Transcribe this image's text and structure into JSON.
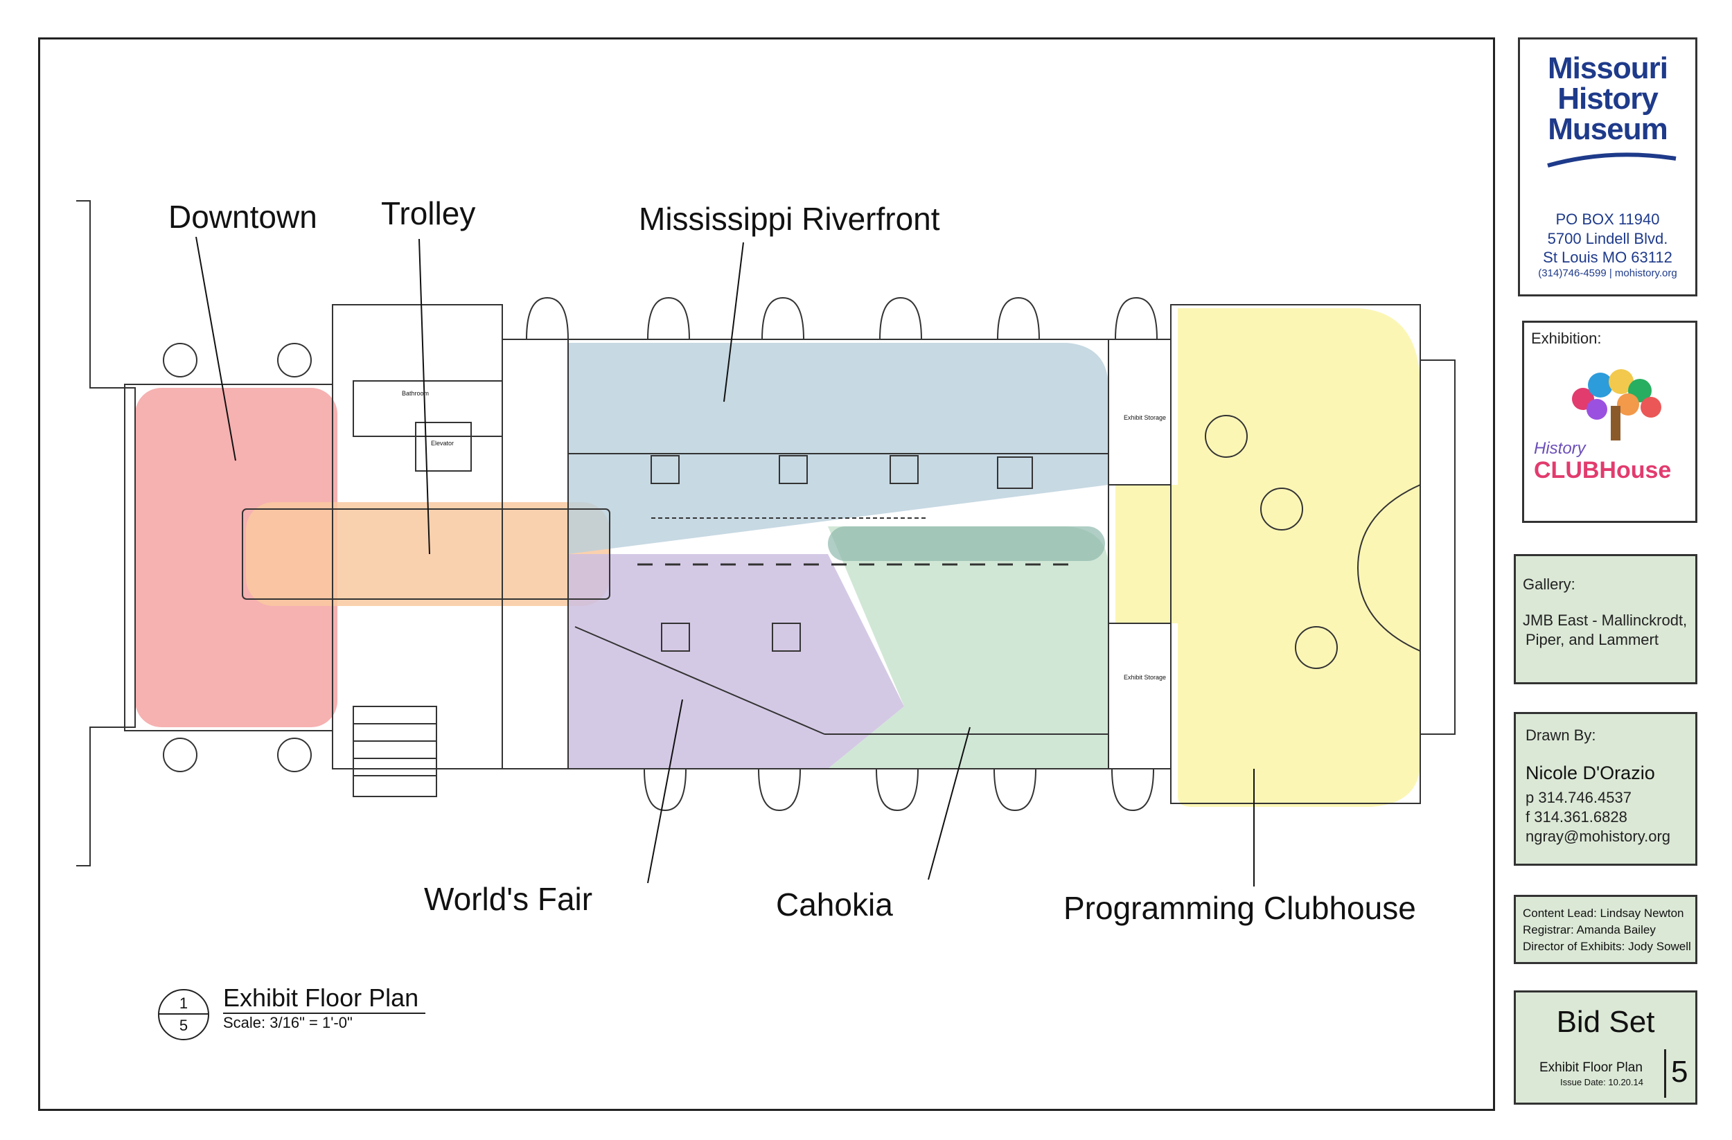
{
  "zones": {
    "downtown": "Downtown",
    "trolley": "Trolley",
    "riverfront": "Mississippi Riverfront",
    "worlds_fair": "World's Fair",
    "cahokia": "Cahokia",
    "clubhouse": "Programming Clubhouse"
  },
  "room_labels": {
    "bathroom": "Bathroom",
    "elevator": "Elevator",
    "storage_top": "Exhibit Storage",
    "storage_bottom": "Exhibit Storage"
  },
  "drawing_ref": {
    "number": "1",
    "sheet": "5",
    "title": "Exhibit Floor Plan",
    "scale": "Scale: 3/16\" = 1'-0\""
  },
  "museum": {
    "name_line1": "Missouri",
    "name_line2": "History",
    "name_line3": "Museum",
    "address1": "PO BOX 11940",
    "address2": "5700 Lindell Blvd.",
    "address3": "St Louis MO 63112",
    "contact": "(314)746-4599 | mohistory.org"
  },
  "exhibition": {
    "label": "Exhibition:",
    "logo_text_top": "History",
    "logo_text_bottom": "CLUBHouse"
  },
  "gallery": {
    "label": "Gallery:",
    "line1": "JMB East - Mallinckrodt,",
    "line2": "Piper, and Lammert"
  },
  "drawn_by": {
    "label": "Drawn By:",
    "name": "Nicole D'Orazio",
    "phone": "p  314.746.4537",
    "fax": "f   314.361.6828",
    "email": "ngray@mohistory.org"
  },
  "credits": {
    "line1": "Content Lead: Lindsay Newton",
    "line2": "Registrar: Amanda Bailey",
    "line3": "Director of Exhibits: Jody Sowell"
  },
  "title_block": {
    "set": "Bid Set",
    "sheet_title": "Exhibit Floor Plan",
    "issue_date": "Issue Date: 10.20.14",
    "sheet_number": "5"
  },
  "colors": {
    "downtown": "#f4a3a3",
    "trolley": "#f9c9a0",
    "riverfront": "#b9cfdc",
    "worlds_fair": "#cdbfe0",
    "cahokia": "#c9e3cf",
    "clubhouse": "#fbf4a8",
    "panel_green": "#dbe8d6",
    "museum_blue": "#1e3a8a"
  }
}
